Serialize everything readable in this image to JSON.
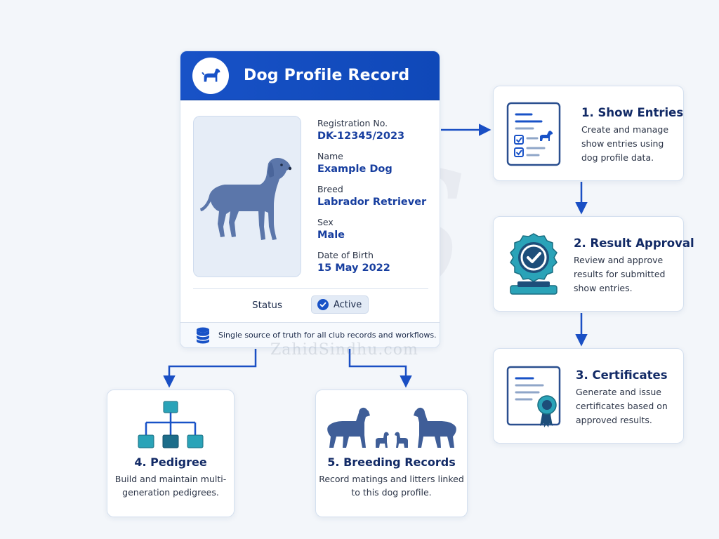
{
  "profile": {
    "title": "Dog Profile Record",
    "fields": [
      {
        "label": "Registration No.",
        "value": "DK-12345/2023"
      },
      {
        "label": "Name",
        "value": "Example Dog"
      },
      {
        "label": "Breed",
        "value": "Labrador Retriever"
      },
      {
        "label": "Sex",
        "value": "Male"
      },
      {
        "label": "Date of Birth",
        "value": "15 May 2022"
      }
    ],
    "status_label": "Status",
    "status_value": "Active",
    "footer": "Single source of truth for all club records and workflows."
  },
  "steps": [
    {
      "title": "1. Show Entries",
      "desc": "Create and manage show entries using dog profile data.",
      "icon": "clipboard-checklist-icon"
    },
    {
      "title": "2. Result Approval",
      "desc": "Review and approve results for submitted show entries.",
      "icon": "approval-badge-icon"
    },
    {
      "title": "3. Certificates",
      "desc": "Generate and issue certificates based on approved results.",
      "icon": "certificate-icon"
    }
  ],
  "bottom": [
    {
      "title": "4. Pedigree",
      "desc": "Build and maintain multi-generation pedigrees.",
      "icon": "pedigree-tree-icon"
    },
    {
      "title": "5. Breeding Records",
      "desc": "Record matings and litters linked to this dog profile.",
      "icon": "dog-family-icon"
    }
  ],
  "watermark": "ZahidSindhu.com",
  "colors": {
    "header_blue": "#1852c7",
    "value_blue": "#173e9f",
    "arrow_blue": "#1a4fc4",
    "teal": "#2aa3b8"
  }
}
